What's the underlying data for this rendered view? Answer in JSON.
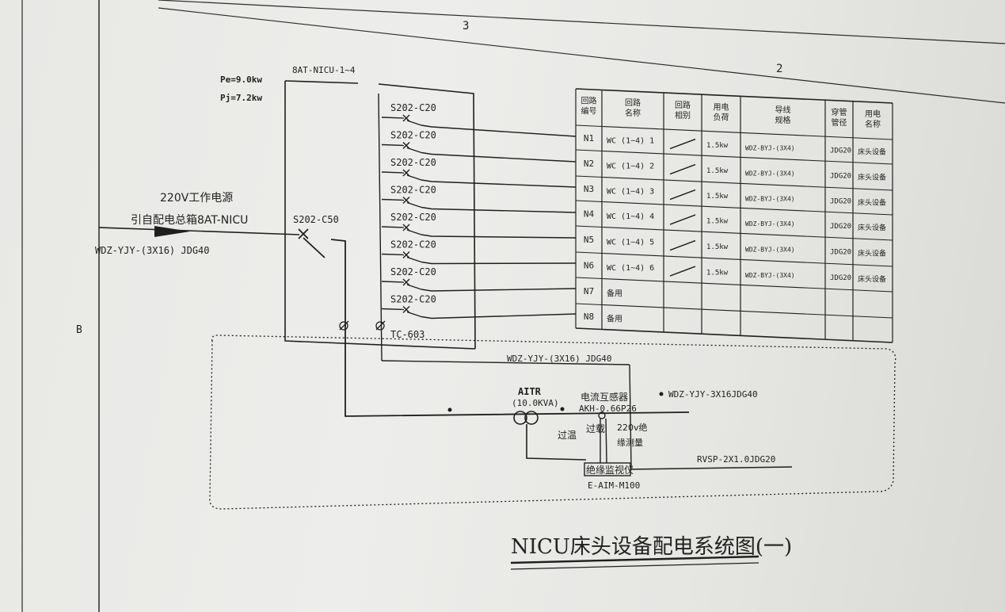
{
  "grid": {
    "col_mark_1": "3",
    "col_mark_2": "2",
    "row_mark": "B"
  },
  "panel": {
    "name": "8AT-NICU-1~4",
    "pe": "Pe=9.0kw",
    "pj": "Pj=7.2kw"
  },
  "feeder": {
    "line1": "220V工作电源",
    "line2": "引自配电总箱8AT-NICU",
    "cable": "WDZ-YJY-(3X16) JDG40"
  },
  "main_breaker": "S202-C50",
  "branch_breakers": [
    "S202-C20",
    "S202-C20",
    "S202-C20",
    "S202-C20",
    "S202-C20",
    "S202-C20",
    "S202-C20",
    "S202-C20"
  ],
  "tc_label": "TC-603",
  "circuit_table": {
    "headers": [
      "回路\n编号",
      "回路\n名称",
      "回路\n相别",
      "用电\n负荷",
      "导线\n规格",
      "穿管\n管径",
      "用电\n名称"
    ],
    "rows": [
      [
        "N1",
        "WC (1~4) 1",
        "",
        "1.5kw",
        "WDZ-BYJ-(3X4)",
        "JDG20",
        "床头设备"
      ],
      [
        "N2",
        "WC (1~4) 2",
        "",
        "1.5kw",
        "WDZ-BYJ-(3X4)",
        "JDG20",
        "床头设备"
      ],
      [
        "N3",
        "WC (1~4) 3",
        "",
        "1.5kw",
        "WDZ-BYJ-(3X4)",
        "JDG20",
        "床头设备"
      ],
      [
        "N4",
        "WC (1~4) 4",
        "",
        "1.5kw",
        "WDZ-BYJ-(3X4)",
        "JDG20",
        "床头设备"
      ],
      [
        "N5",
        "WC (1~4) 5",
        "",
        "1.5kw",
        "WDZ-BYJ-(3X4)",
        "JDG20",
        "床头设备"
      ],
      [
        "N6",
        "WC (1~4) 6",
        "",
        "1.5kw",
        "WDZ-BYJ-(3X4)",
        "JDG20",
        "床头设备"
      ],
      [
        "N7",
        "备用",
        "",
        "",
        "",
        "",
        ""
      ],
      [
        "N8",
        "备用",
        "",
        "",
        "",
        "",
        ""
      ]
    ]
  },
  "monitor_zone": {
    "cable_top": "WDZ-YJY-(3X16) JDG40",
    "cable_right": "WDZ-YJY-3X16JDG40",
    "aitr_name": "AITR",
    "aitr_rating": "(10.0KVA)",
    "ct_name": "电流互感器",
    "ct_model": "AKH-0.66P26",
    "overtemp": "过温",
    "overload": "过载",
    "insul1": "220v绝",
    "insul2": "缘测量",
    "monitor_name": "绝缘监视仪",
    "monitor_model": "E-AIM-M100",
    "rvsp": "RVSP-2X1.0JDG20"
  },
  "title": "NICU床头设备配电系统图(一)"
}
